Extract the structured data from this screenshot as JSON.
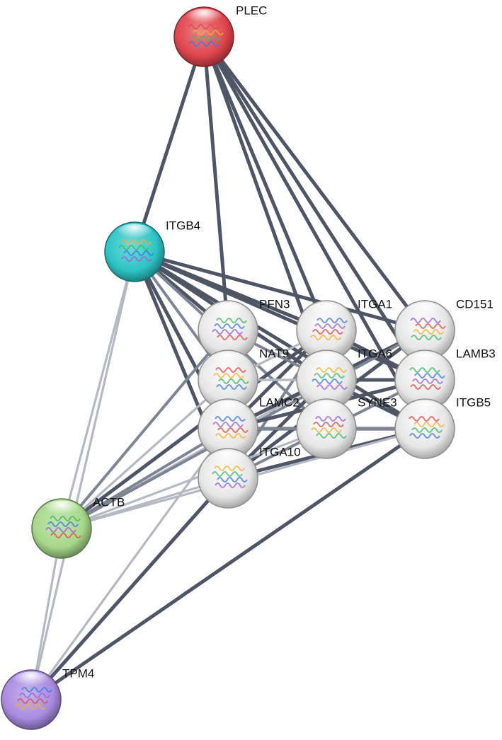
{
  "network": {
    "nodes": [
      {
        "id": "PLEC",
        "label": "PLEC",
        "color": "#e0454d",
        "colored": true,
        "icon": "protein-structure-icon"
      },
      {
        "id": "ITGB4",
        "label": "ITGB4",
        "color": "#2cc4c6",
        "colored": true,
        "icon": "protein-structure-icon"
      },
      {
        "id": "PFN3",
        "label": "PFN3",
        "color": "#d8d8d8",
        "colored": false,
        "icon": "protein-structure-icon"
      },
      {
        "id": "ITGA1",
        "label": "ITGA1",
        "color": "#d8d8d8",
        "colored": false,
        "icon": "protein-structure-icon"
      },
      {
        "id": "CD151",
        "label": "CD151",
        "color": "#d8d8d8",
        "colored": false,
        "icon": "protein-structure-icon"
      },
      {
        "id": "NAT9",
        "label": "NAT9",
        "color": "#d8d8d8",
        "colored": false,
        "icon": "protein-structure-icon"
      },
      {
        "id": "ITGA6",
        "label": "ITGA6",
        "color": "#d8d8d8",
        "colored": false,
        "icon": "protein-structure-icon"
      },
      {
        "id": "LAMB3",
        "label": "LAMB3",
        "color": "#d8d8d8",
        "colored": false,
        "icon": "protein-structure-icon"
      },
      {
        "id": "LAMC2",
        "label": "LAMC2",
        "color": "#d8d8d8",
        "colored": false,
        "icon": "protein-structure-icon"
      },
      {
        "id": "SYNE3",
        "label": "SYNE3",
        "color": "#d8d8d8",
        "colored": false,
        "icon": "protein-structure-icon"
      },
      {
        "id": "ITGB5",
        "label": "ITGB5",
        "color": "#d8d8d8",
        "colored": false,
        "icon": "protein-structure-icon"
      },
      {
        "id": "ITGA10",
        "label": "ITGA10",
        "color": "#d8d8d8",
        "colored": false,
        "icon": "protein-structure-icon"
      },
      {
        "id": "ACTB",
        "label": "ACTB",
        "color": "#a6d88a",
        "colored": true,
        "icon": "protein-structure-icon"
      },
      {
        "id": "TPM4",
        "label": "TPM4",
        "color": "#a98be0",
        "colored": true,
        "icon": "protein-structure-icon"
      }
    ],
    "edges": [
      {
        "source": "PLEC",
        "target": "ITGB4",
        "strength": "strong"
      },
      {
        "source": "PLEC",
        "target": "PFN3",
        "strength": "strong"
      },
      {
        "source": "PLEC",
        "target": "ITGA1",
        "strength": "strong"
      },
      {
        "source": "PLEC",
        "target": "CD151",
        "strength": "strong"
      },
      {
        "source": "PLEC",
        "target": "ITGA6",
        "strength": "strong"
      },
      {
        "source": "PLEC",
        "target": "LAMB3",
        "strength": "strong"
      },
      {
        "source": "PLEC",
        "target": "ITGB5",
        "strength": "strong"
      },
      {
        "source": "ITGB4",
        "target": "PFN3",
        "strength": "strong"
      },
      {
        "source": "ITGB4",
        "target": "ITGA1",
        "strength": "strong"
      },
      {
        "source": "ITGB4",
        "target": "CD151",
        "strength": "strong"
      },
      {
        "source": "ITGB4",
        "target": "ITGA6",
        "strength": "strong"
      },
      {
        "source": "ITGB4",
        "target": "LAMB3",
        "strength": "strong"
      },
      {
        "source": "ITGB4",
        "target": "LAMC2",
        "strength": "strong"
      },
      {
        "source": "ITGB4",
        "target": "ITGB5",
        "strength": "strong"
      },
      {
        "source": "ITGB4",
        "target": "SYNE3",
        "strength": "medium"
      },
      {
        "source": "ITGB4",
        "target": "ITGA10",
        "strength": "strong"
      },
      {
        "source": "ITGB4",
        "target": "NAT9",
        "strength": "medium"
      },
      {
        "source": "ITGB4",
        "target": "ACTB",
        "strength": "light"
      },
      {
        "source": "ITGB4",
        "target": "TPM4",
        "strength": "light"
      },
      {
        "source": "ITGA1",
        "target": "ACTB",
        "strength": "strong"
      },
      {
        "source": "ITGA1",
        "target": "LAMC2",
        "strength": "strong"
      },
      {
        "source": "ITGA1",
        "target": "LAMB3",
        "strength": "strong"
      },
      {
        "source": "ITGA1",
        "target": "ITGA10",
        "strength": "medium"
      },
      {
        "source": "ITGA6",
        "target": "ACTB",
        "strength": "light"
      },
      {
        "source": "ITGA6",
        "target": "LAMC2",
        "strength": "strong"
      },
      {
        "source": "ITGA6",
        "target": "LAMB3",
        "strength": "strong"
      },
      {
        "source": "ITGA6",
        "target": "ITGB5",
        "strength": "strong"
      },
      {
        "source": "ITGA6",
        "target": "ITGA10",
        "strength": "strong"
      },
      {
        "source": "ITGA6",
        "target": "CD151",
        "strength": "strong"
      },
      {
        "source": "ITGA6",
        "target": "PFN3",
        "strength": "medium"
      },
      {
        "source": "ITGA6",
        "target": "NAT9",
        "strength": "light"
      },
      {
        "source": "CD151",
        "target": "LAMC2",
        "strength": "strong"
      },
      {
        "source": "CD151",
        "target": "ITGA10",
        "strength": "strong"
      },
      {
        "source": "CD151",
        "target": "ACTB",
        "strength": "medium"
      },
      {
        "source": "LAMB3",
        "target": "LAMC2",
        "strength": "strong"
      },
      {
        "source": "LAMB3",
        "target": "ITGA10",
        "strength": "medium"
      },
      {
        "source": "ITGB5",
        "target": "LAMC2",
        "strength": "strong"
      },
      {
        "source": "ITGB5",
        "target": "ITGA10",
        "strength": "strong"
      },
      {
        "source": "ITGB5",
        "target": "SYNE3",
        "strength": "medium"
      },
      {
        "source": "ITGB5",
        "target": "TPM4",
        "strength": "strong"
      },
      {
        "source": "ITGB5",
        "target": "ACTB",
        "strength": "light"
      },
      {
        "source": "SYNE3",
        "target": "LAMC2",
        "strength": "medium"
      },
      {
        "source": "SYNE3",
        "target": "ACTB",
        "strength": "light"
      },
      {
        "source": "LAMC2",
        "target": "ACTB",
        "strength": "medium"
      },
      {
        "source": "LAMC2",
        "target": "TPM4",
        "strength": "light"
      },
      {
        "source": "ITGA10",
        "target": "ACTB",
        "strength": "light"
      },
      {
        "source": "ITGA10",
        "target": "TPM4",
        "strength": "strong"
      },
      {
        "source": "NAT9",
        "target": "ITGA1",
        "strength": "light"
      },
      {
        "source": "NAT9",
        "target": "ACTB",
        "strength": "light"
      },
      {
        "source": "PFN3",
        "target": "ACTB",
        "strength": "medium"
      },
      {
        "source": "ACTB",
        "target": "TPM4",
        "strength": "light"
      }
    ],
    "edge_colors": {
      "strong": "#4e5666",
      "medium": "#7d8594",
      "light": "#b3b8c2"
    }
  }
}
